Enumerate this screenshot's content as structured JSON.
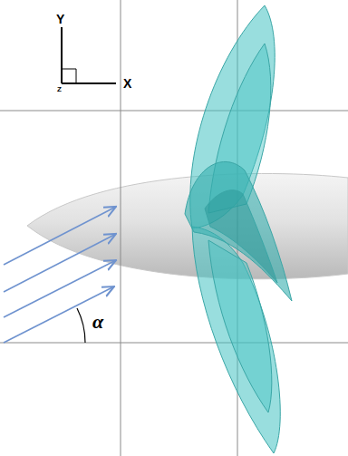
{
  "diagram": {
    "labels": [
      "Y",
      "X",
      "Z",
      "α"
    ]
  }
}
